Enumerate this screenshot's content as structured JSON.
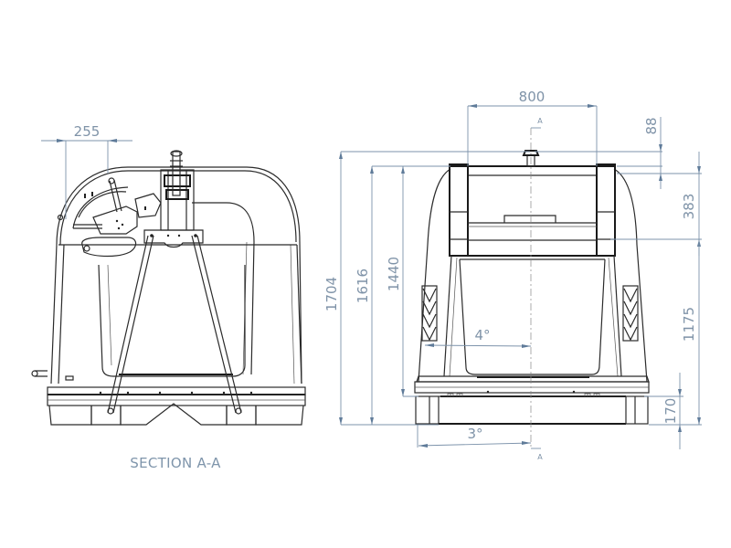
{
  "drawing": {
    "section_view": {
      "caption": "SECTION A-A",
      "dimensions": {
        "top_offset": "255"
      }
    },
    "front_view": {
      "section_marker_top": "A",
      "section_marker_bottom": "A",
      "dimensions": {
        "top_width": "800",
        "cap_height": "88",
        "upper_height": "383",
        "total_height": "1704",
        "body_height": "1616",
        "inner_height": "1440",
        "lower_height": "1175",
        "base_height": "170",
        "side_angle": "4°",
        "base_angle": "3°"
      }
    },
    "colors": {
      "dimension_line": "#7d93ab",
      "dimension_text": "#7f93a8",
      "outline": "#2b2b2b",
      "background": "#ffffff"
    }
  }
}
